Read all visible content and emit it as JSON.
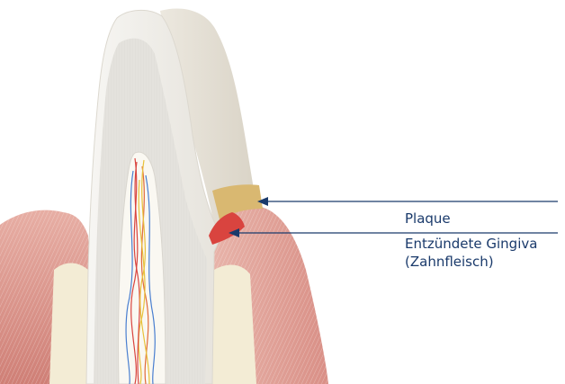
{
  "labels": {
    "plaque": "Plaque",
    "gingiva_line1": "Entzündete Gingiva",
    "gingiva_line2": "(Zahnfleisch)"
  },
  "colors": {
    "label_text": "#1a3a6b",
    "pointer_line": "#1a3a6b",
    "gum": "#e3a9a0",
    "gum_dark": "#c9756d",
    "inflamed_gum": "#d9443f",
    "plaque": "#d9b871",
    "enamel": "#f1efea",
    "dentin": "#e4e2dd",
    "pulp": "#faf8f2",
    "bone": "#f3ecd5"
  },
  "icons": {
    "tooth": "tooth-cross-section-icon"
  }
}
